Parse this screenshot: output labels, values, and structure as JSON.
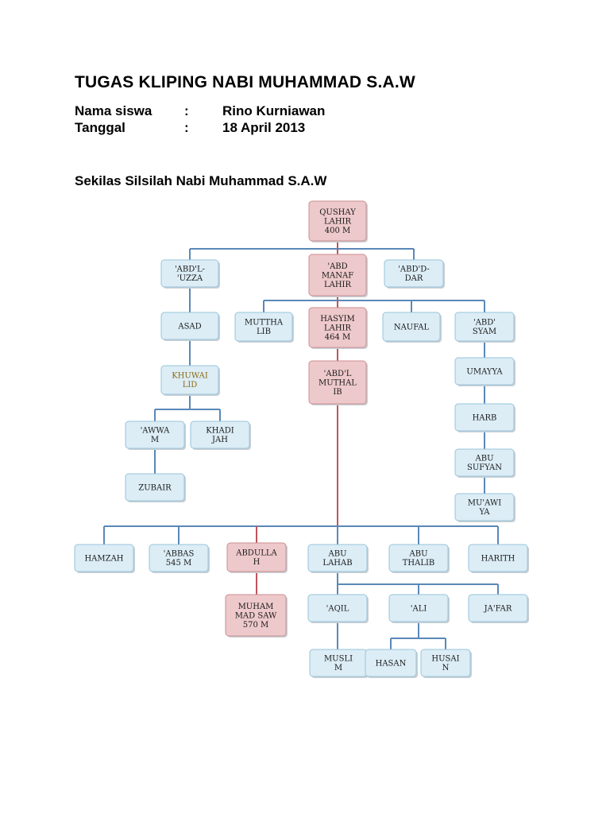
{
  "header": {
    "title": "TUGAS KLIPING NABI MUHAMMAD S.A.W",
    "student_label": "Nama siswa",
    "student_colon": ":",
    "student_value": "Rino Kurniawan",
    "date_label": "Tanggal",
    "date_colon": ":",
    "date_value": "18 April 2013",
    "subtitle": "Sekilas Silsilah Nabi Muhammad S.A.W"
  },
  "colors": {
    "blue_fill": "#dcedf6",
    "blue_border": "#97c4da",
    "red_fill": "#eec9cb",
    "red_border": "#cc8e92",
    "blue_line": "#5a88b8",
    "red_line": "#c0545a",
    "gold_text": "#8a6a10"
  },
  "tree": {
    "nodes": [
      {
        "id": "qushay",
        "lines": [
          "QUSHAY",
          "LAHIR",
          "400 M"
        ],
        "style": "red"
      },
      {
        "id": "abdl-uzza",
        "lines": [
          "'ABD'L-",
          "'UZZA"
        ],
        "style": "blue"
      },
      {
        "id": "abd-manaf",
        "lines": [
          "'ABD",
          "MANAF",
          "LAHIR"
        ],
        "style": "red"
      },
      {
        "id": "abdd-dar",
        "lines": [
          "'ABD'D-",
          "DAR"
        ],
        "style": "blue"
      },
      {
        "id": "asad",
        "lines": [
          "ASAD"
        ],
        "style": "blue"
      },
      {
        "id": "muttalib",
        "lines": [
          "MUTTHA",
          "LIB"
        ],
        "style": "blue"
      },
      {
        "id": "hasyim",
        "lines": [
          "HASYIM",
          "LAHIR",
          "464 M"
        ],
        "style": "red"
      },
      {
        "id": "naufal",
        "lines": [
          "NAUFAL"
        ],
        "style": "blue"
      },
      {
        "id": "abd-syam",
        "lines": [
          "'ABD'",
          "SYAM"
        ],
        "style": "blue"
      },
      {
        "id": "khuwailid",
        "lines": [
          "KHUWAI",
          "LID"
        ],
        "style": "blue",
        "gold": true
      },
      {
        "id": "abdl-muthalib",
        "lines": [
          "'ABD'L",
          "MUTHAL",
          "IB"
        ],
        "style": "red"
      },
      {
        "id": "umayya",
        "lines": [
          "UMAYYA"
        ],
        "style": "blue"
      },
      {
        "id": "awwam",
        "lines": [
          "'AWWA",
          "M"
        ],
        "style": "blue"
      },
      {
        "id": "khadijah",
        "lines": [
          "KHADI",
          "JAH"
        ],
        "style": "blue"
      },
      {
        "id": "harb",
        "lines": [
          "HARB"
        ],
        "style": "blue"
      },
      {
        "id": "abu-sufyan",
        "lines": [
          "ABU",
          "SUFYAN"
        ],
        "style": "blue"
      },
      {
        "id": "zubair",
        "lines": [
          "ZUBAIR"
        ],
        "style": "blue"
      },
      {
        "id": "muawiya",
        "lines": [
          "MU'AWI",
          "YA"
        ],
        "style": "blue"
      },
      {
        "id": "hamzah",
        "lines": [
          "HAMZAH"
        ],
        "style": "blue"
      },
      {
        "id": "abbas",
        "lines": [
          "'ABBAS",
          "545 M"
        ],
        "style": "blue"
      },
      {
        "id": "abdullah",
        "lines": [
          "ABDULLA",
          "H"
        ],
        "style": "red"
      },
      {
        "id": "abu-lahab",
        "lines": [
          "ABU",
          "LAHAB"
        ],
        "style": "blue"
      },
      {
        "id": "abu-thalib",
        "lines": [
          "ABU",
          "THALIB"
        ],
        "style": "blue"
      },
      {
        "id": "harith",
        "lines": [
          "HARITH"
        ],
        "style": "blue"
      },
      {
        "id": "muhammad",
        "lines": [
          "MUHAM",
          "MAD SAW",
          "570 M"
        ],
        "style": "red"
      },
      {
        "id": "aqil",
        "lines": [
          "'AQIL"
        ],
        "style": "blue"
      },
      {
        "id": "ali",
        "lines": [
          "'ALI"
        ],
        "style": "blue"
      },
      {
        "id": "jafar",
        "lines": [
          "JA'FAR"
        ],
        "style": "blue"
      },
      {
        "id": "muslim",
        "lines": [
          "MUSLI",
          "M"
        ],
        "style": "blue"
      },
      {
        "id": "hasan",
        "lines": [
          "HASAN"
        ],
        "style": "blue"
      },
      {
        "id": "husain",
        "lines": [
          "HUSAI",
          "N"
        ],
        "style": "blue"
      }
    ]
  }
}
